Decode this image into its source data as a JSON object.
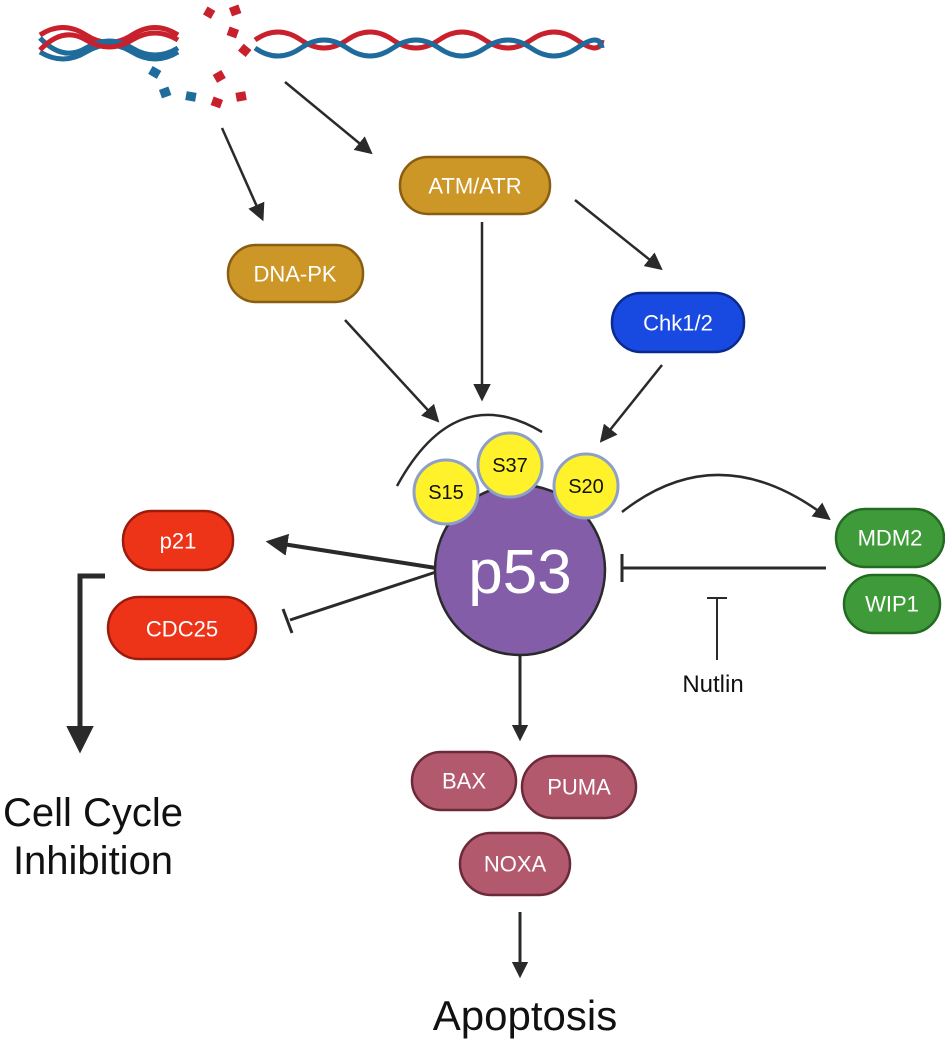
{
  "colors": {
    "kinase": "#cc9727",
    "kinase_border": "#8a5e12",
    "chk": "#1849e0",
    "chk_border": "#0b2a8c",
    "red": "#ee3418",
    "red_border": "#9a1c0c",
    "green": "#3f9b3a",
    "green_border": "#236a22",
    "apoptosis": "#b3596e",
    "apoptosis_border": "#6b2a3a",
    "p53": "#845da8",
    "site": "#fff22b",
    "site_border": "#8fa0c8",
    "dna_red": "#c8202c",
    "dna_blue": "#1f6b9c",
    "arrow": "#2a2a2a"
  },
  "nodes": {
    "atm_atr": "ATM/ATR",
    "dna_pk": "DNA-PK",
    "chk": "Chk1/2",
    "p53": "p53",
    "s15": "S15",
    "s37": "S37",
    "s20": "S20",
    "p21": "p21",
    "cdc25": "CDC25",
    "mdm2": "MDM2",
    "wip1": "WIP1",
    "nutlin": "Nutlin",
    "bax": "BAX",
    "puma": "PUMA",
    "noxa": "NOXA"
  },
  "outcomes": {
    "cell_cycle_line1": "Cell Cycle",
    "cell_cycle_line2": "Inhibition",
    "apoptosis": "Apoptosis"
  },
  "icons": [
    "broken-dna-icon"
  ]
}
